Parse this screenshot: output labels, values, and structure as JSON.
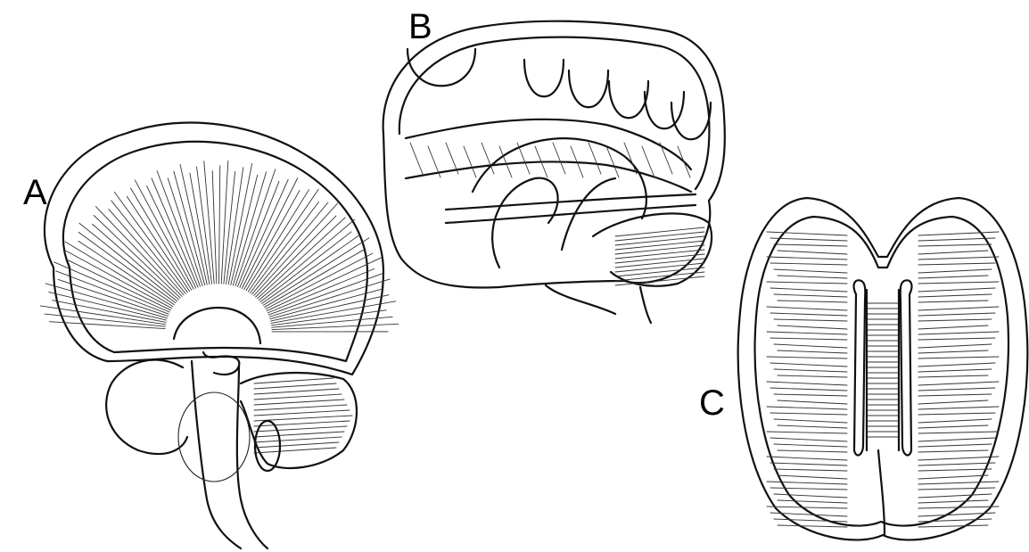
{
  "figure": {
    "panels": [
      {
        "label": "A",
        "view": "sagittal-radiation"
      },
      {
        "label": "B",
        "view": "lateral-association-fibers"
      },
      {
        "label": "C",
        "view": "horizontal-section"
      }
    ]
  }
}
